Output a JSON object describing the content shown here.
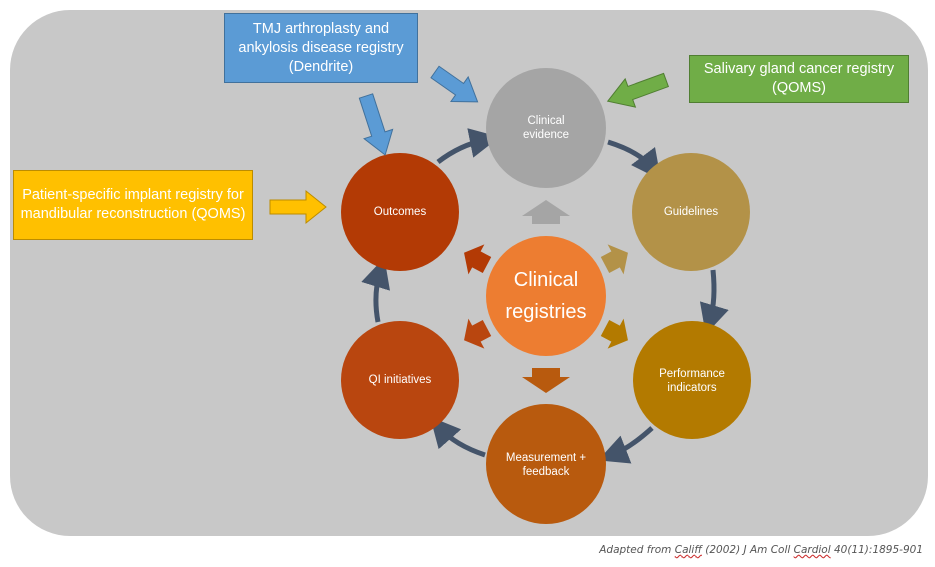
{
  "colors": {
    "panel": "#c8c8c8",
    "blue_box": "#5b9bd5",
    "green_box": "#70ad47",
    "yellow_box": "#ffc000",
    "clinical_evidence": "#a5a5a5",
    "guidelines": "#b39248",
    "performance_indicators": "#b37a00",
    "measurement_feedback": "#b85a0e",
    "qi_initiatives": "#b9460f",
    "outcomes": "#b33a05",
    "center": "#ed7d31",
    "cycle_arrow": "#44546a"
  },
  "boxes": {
    "tmj": "TMJ arthroplasty and ankylosis disease registry (Dendrite)",
    "salivary": "Salivary gland cancer registry (QOMS)",
    "implant": "Patient-specific implant registry for mandibular reconstruction (QOMS)"
  },
  "circles": {
    "clinical_evidence": "Clinical evidence",
    "guidelines": "Guidelines",
    "performance_indicators": "Performance indicators",
    "measurement_feedback": "Measurement + feedback",
    "qi_initiatives": "QI initiatives",
    "outcomes": "Outcomes",
    "center": "Clinical registries"
  },
  "citation": {
    "prefix": "Adapted from ",
    "author": "Califf",
    "middle": " (2002) J Am Coll ",
    "journal_word": "Cardiol",
    "suffix": " 40(11):1895-901"
  }
}
